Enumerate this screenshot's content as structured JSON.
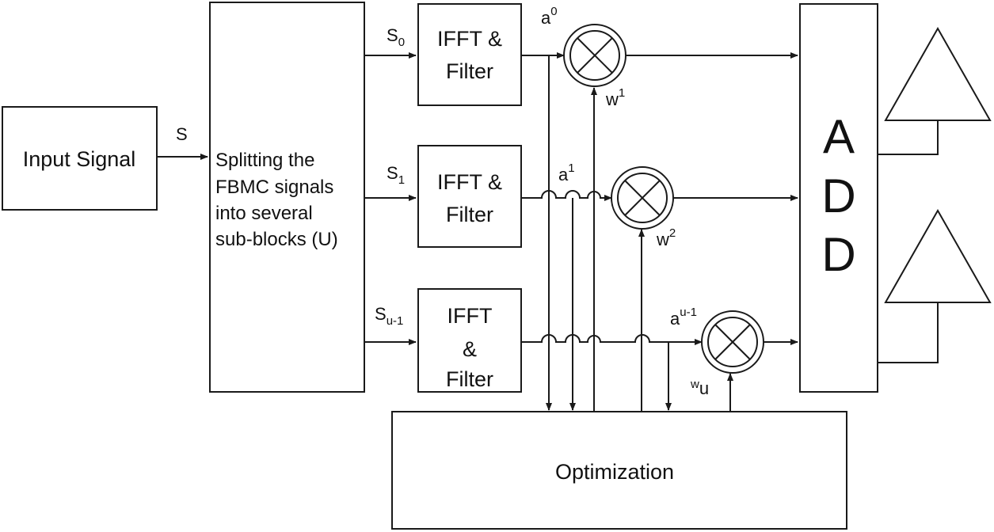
{
  "blocks": {
    "input_signal": "Input Signal",
    "splitter_lines": [
      "Splitting the",
      "FBMC signals",
      "into several",
      "sub-blocks (U)"
    ],
    "ifft_0": [
      "IFFT &",
      "Filter"
    ],
    "ifft_1": [
      "IFFT &",
      "Filter"
    ],
    "ifft_2": [
      "IFFT",
      "&",
      "Filter"
    ],
    "add_letters": [
      "A",
      "D",
      "D"
    ],
    "optimization": "Optimization"
  },
  "labels": {
    "s": "S",
    "s0": {
      "base": "S",
      "sub": "0"
    },
    "s1": {
      "base": "S",
      "sub": "1"
    },
    "su1": {
      "base": "S",
      "sub": "u-1"
    },
    "a0": {
      "base": "a",
      "sup": "0"
    },
    "a1": {
      "base": "a",
      "sup": "1"
    },
    "au1": {
      "base": "a",
      "sup": "u-1"
    },
    "w1": {
      "base": "w",
      "sup": "1"
    },
    "w2": {
      "base": "w",
      "sup": "2"
    },
    "wu": {
      "pre": "w",
      "base": "u"
    }
  }
}
